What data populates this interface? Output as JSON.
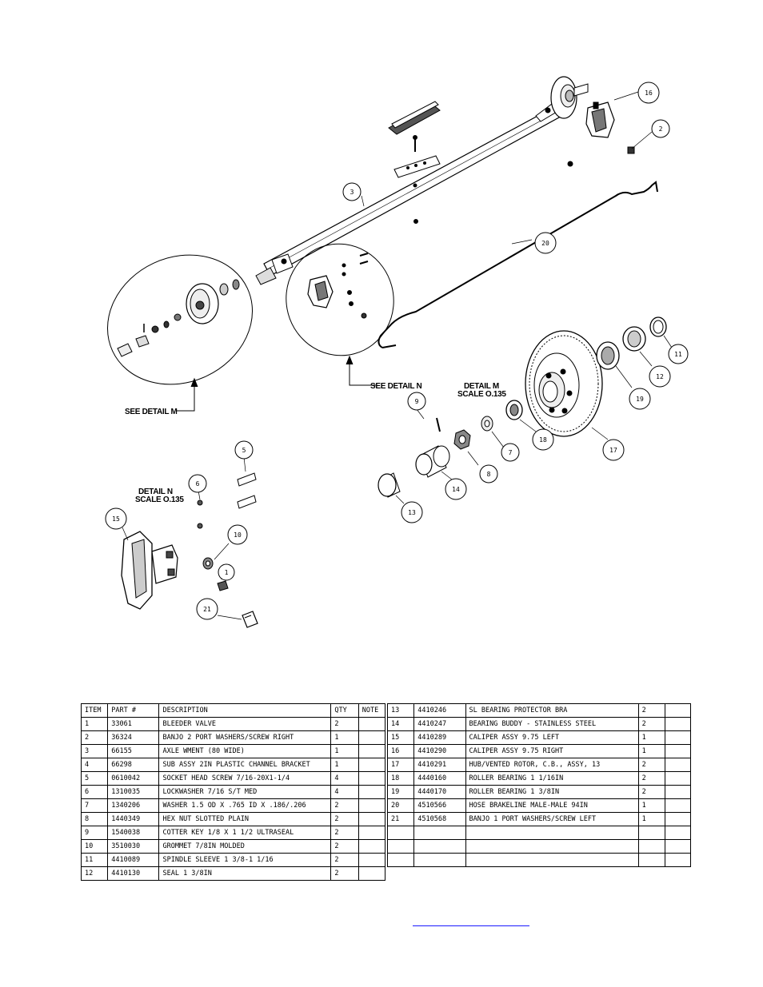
{
  "detail_labels": {
    "see_detail_m": "SEE DETAIL  M",
    "see_detail_n": "SEE DETAIL  N",
    "detail_m_title": "DETAIL  M",
    "detail_m_scale": "SCALE  O.135",
    "detail_n_title": "DETAIL  N",
    "detail_n_scale": "SCALE  O.135"
  },
  "balloons": {
    "b1": "1",
    "b2": "2",
    "b3": "3",
    "b5": "5",
    "b6": "6",
    "b7": "7",
    "b8": "8",
    "b9": "9",
    "b10": "10",
    "b11": "11",
    "b12": "12",
    "b13": "13",
    "b14": "14",
    "b15": "15",
    "b16": "16",
    "b17": "17",
    "b18": "18",
    "b19": "19",
    "b20": "20",
    "b21": "21"
  },
  "bom": {
    "headers": [
      "ITEM",
      "PART #",
      "DESCRIPTION",
      "QTY",
      "NOTE"
    ],
    "left_rows": [
      [
        "1",
        "33061",
        "BLEEDER VALVE",
        "2",
        ""
      ],
      [
        "2",
        "36324",
        "BANJO 2 PORT WASHERS/SCREW RIGHT",
        "1",
        ""
      ],
      [
        "3",
        "66155",
        "AXLE WMENT (80 WIDE)",
        "1",
        ""
      ],
      [
        "4",
        "66298",
        "SUB ASSY 2IN PLASTIC CHANNEL BRACKET",
        "1",
        ""
      ],
      [
        "5",
        "0610042",
        "SOCKET HEAD SCREW 7/16-20X1-1/4",
        "4",
        ""
      ],
      [
        "6",
        "1310035",
        "LOCKWASHER 7/16 S/T MED",
        "4",
        ""
      ],
      [
        "7",
        "1340206",
        "WASHER 1.5 OD X .765 ID X .186/.206",
        "2",
        ""
      ],
      [
        "8",
        "1440349",
        "HEX NUT SLOTTED PLAIN",
        "2",
        ""
      ],
      [
        "9",
        "1540038",
        "COTTER KEY 1/8 X 1 1/2 ULTRASEAL",
        "2",
        ""
      ],
      [
        "10",
        "3510030",
        "GROMMET  7/8IN MOLDED",
        "2",
        ""
      ],
      [
        "11",
        "4410089",
        "SPINDLE SLEEVE  1 3/8-1 1/16",
        "2",
        ""
      ],
      [
        "12",
        "4410130",
        "SEAL  1 3/8IN",
        "2",
        ""
      ]
    ],
    "right_rows": [
      [
        "13",
        "4410246",
        "SL BEARING PROTECTOR BRA",
        "2",
        ""
      ],
      [
        "14",
        "4410247",
        "BEARING BUDDY - STAINLESS STEEL",
        "2",
        ""
      ],
      [
        "15",
        "4410289",
        "CALIPER ASSY 9.75 LEFT",
        "1",
        ""
      ],
      [
        "16",
        "4410290",
        "CALIPER ASSY 9.75 RIGHT",
        "1",
        ""
      ],
      [
        "17",
        "4410291",
        "HUB/VENTED ROTOR, C.B., ASSY, 13",
        "2",
        ""
      ],
      [
        "18",
        "4440160",
        "ROLLER BEARING  1 1/16IN",
        "2",
        ""
      ],
      [
        "19",
        "4440170",
        "ROLLER BEARING  1 3/8IN",
        "2",
        ""
      ],
      [
        "20",
        "4510566",
        "HOSE BRAKELINE MALE-MALE 94IN",
        "1",
        ""
      ],
      [
        "21",
        "4510568",
        "BANJO 1 PORT WASHERS/SCREW LEFT",
        "1",
        ""
      ],
      [
        "",
        "",
        "",
        "",
        ""
      ],
      [
        "",
        "",
        "",
        "",
        ""
      ],
      [
        "",
        "",
        "",
        "",
        ""
      ]
    ]
  }
}
